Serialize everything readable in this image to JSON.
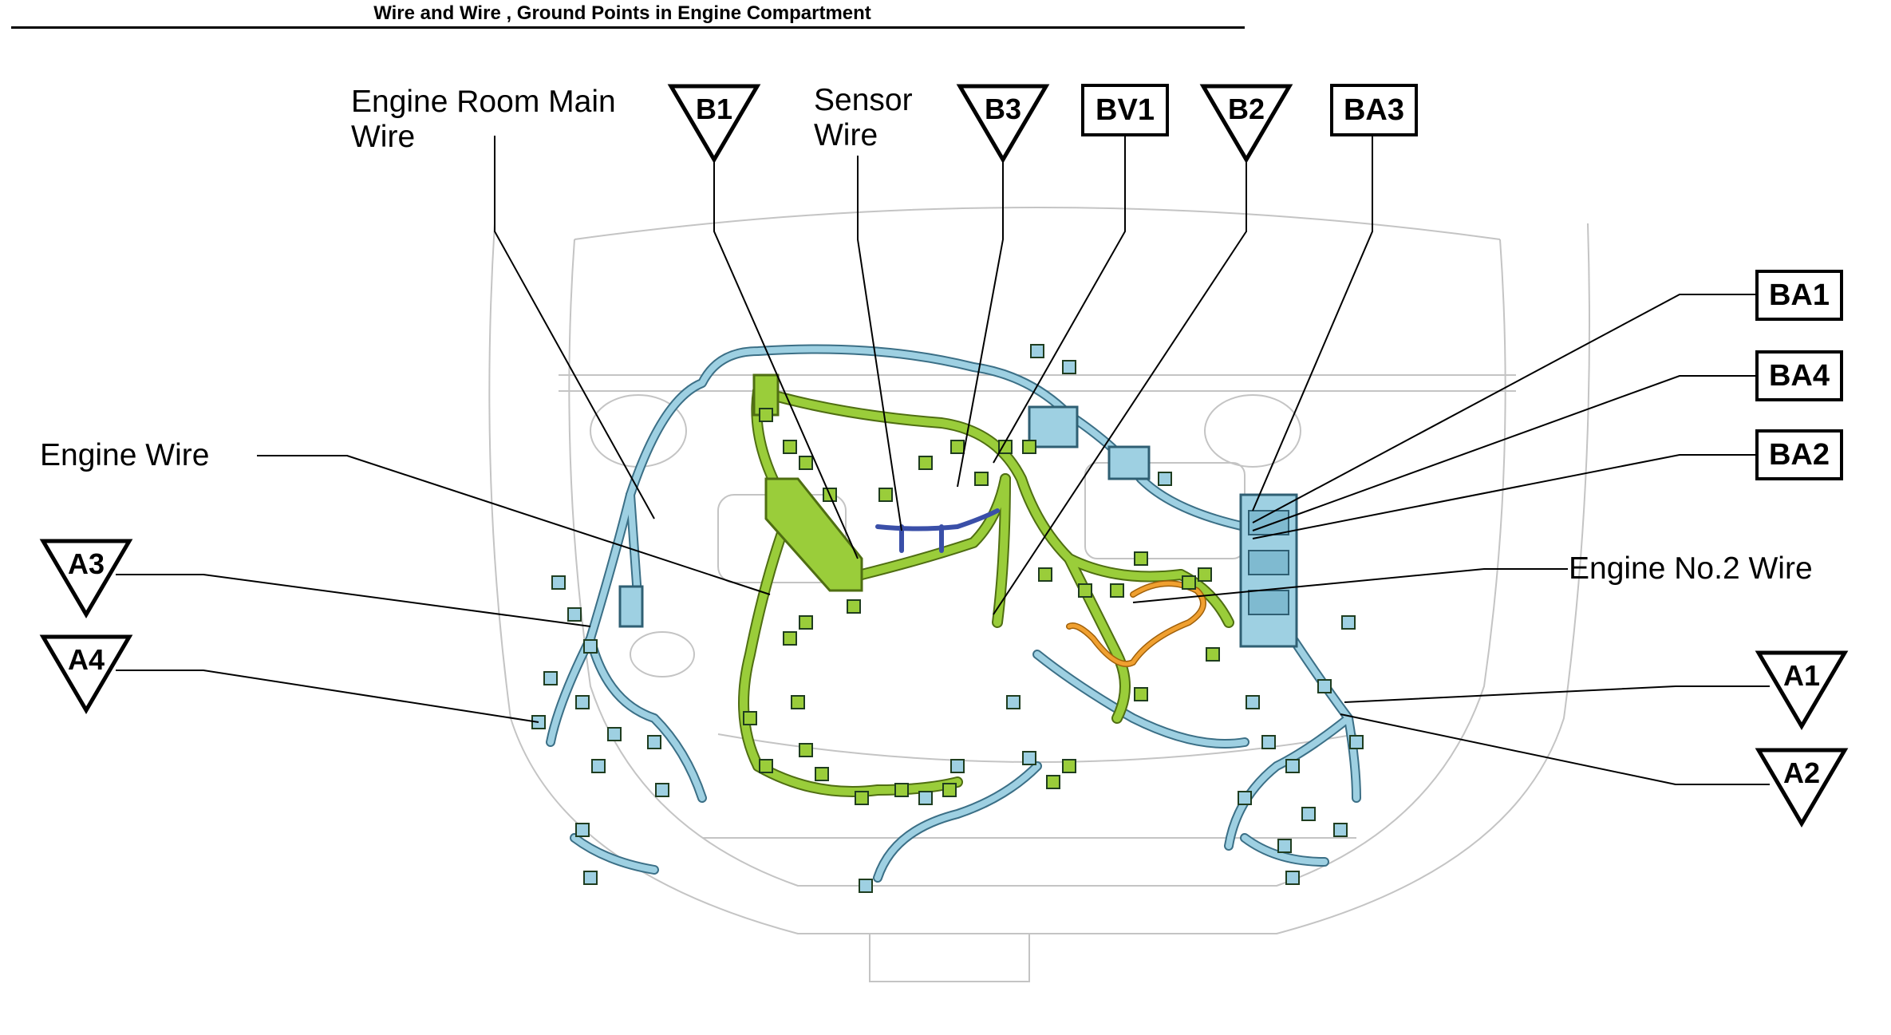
{
  "page": {
    "title": "Wire and Wire , Ground Points in Engine Compartment"
  },
  "wires": {
    "engine_room_main": [
      "Engine Room Main",
      "Wire"
    ],
    "sensor": [
      "Sensor",
      "Wire"
    ],
    "engine": "Engine Wire",
    "engine_no2": "Engine No.2 Wire"
  },
  "ground_points": {
    "b1": "B1",
    "b3": "B3",
    "b2": "B2",
    "a3": "A3",
    "a4": "A4",
    "a1": "A1",
    "a2": "A2"
  },
  "connector_points": {
    "bv1": "BV1",
    "ba3": "BA3",
    "ba1": "BA1",
    "ba4": "BA4",
    "ba2": "BA2"
  },
  "colors": {
    "engine_room_main_wire": "#9ed0e2",
    "engine_wire": "#9acd3a",
    "sensor_wire": "#3a4fa8",
    "engine_no2_wire": "#f0a030",
    "body_outline": "#c8c8c8"
  }
}
